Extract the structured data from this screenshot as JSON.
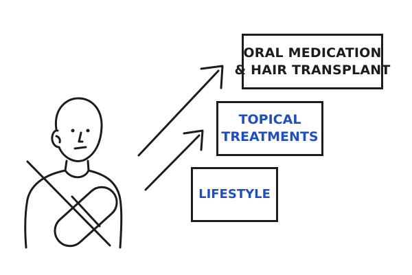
{
  "colors": {
    "ink": "#1c1c1c",
    "accent_blue": "#1f4fbf",
    "background": "#ffffff"
  },
  "figure": {
    "icon": "person-with-crossed-pill-icon",
    "arrows": [
      "arrow-up-right-icon",
      "arrow-up-right-icon"
    ]
  },
  "steps": [
    {
      "lines": [
        "ORAL MEDICATION",
        "& HAIR TRANSPLANT"
      ],
      "color": "#1c1c1c"
    },
    {
      "lines": [
        "TOPICAL",
        "TREATMENTS"
      ],
      "color": "#1f4fbf"
    },
    {
      "lines": [
        "LIFESTYLE"
      ],
      "color": "#1f4fbf"
    }
  ]
}
